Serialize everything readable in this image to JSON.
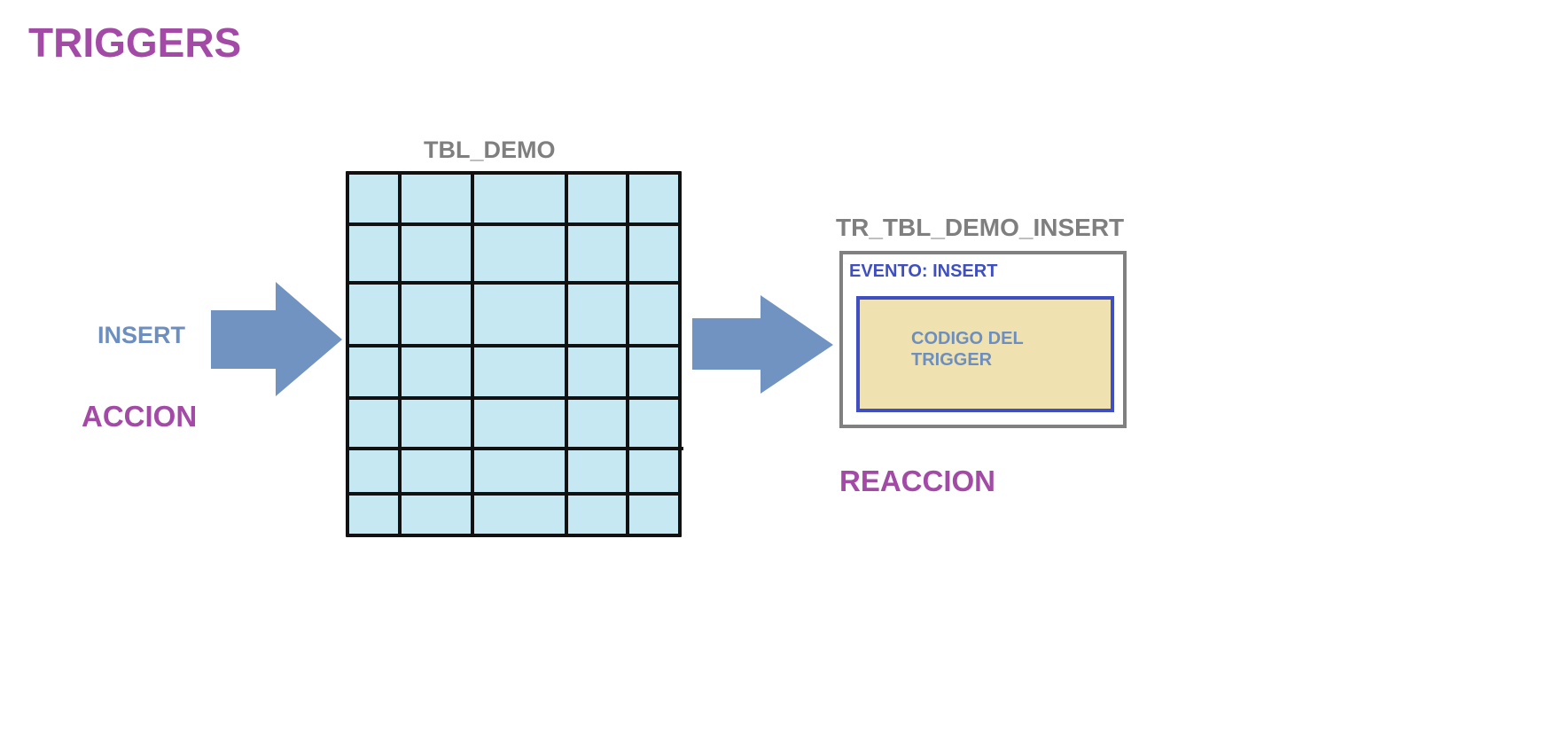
{
  "title": "TRIGGERS",
  "table": {
    "name": "TBL_DEMO",
    "rows": 7,
    "cols": 5
  },
  "action": {
    "event": "INSERT",
    "label": "ACCION"
  },
  "trigger": {
    "name": "TR_TBL_DEMO_INSERT",
    "event": "EVENTO: INSERT",
    "code": "CODIGO DEL TRIGGER",
    "reaction": "REACCION"
  },
  "colors": {
    "title": "#a34aa6",
    "grey_label": "#7f7f7f",
    "blue_label": "#6d8fbf",
    "arrow": "#7193c2",
    "table_fill": "#c6e8f2",
    "grid": "#111111",
    "event_blue": "#3f4fc1",
    "code_fill": "#f0e2b0",
    "box_border": "#808080"
  }
}
